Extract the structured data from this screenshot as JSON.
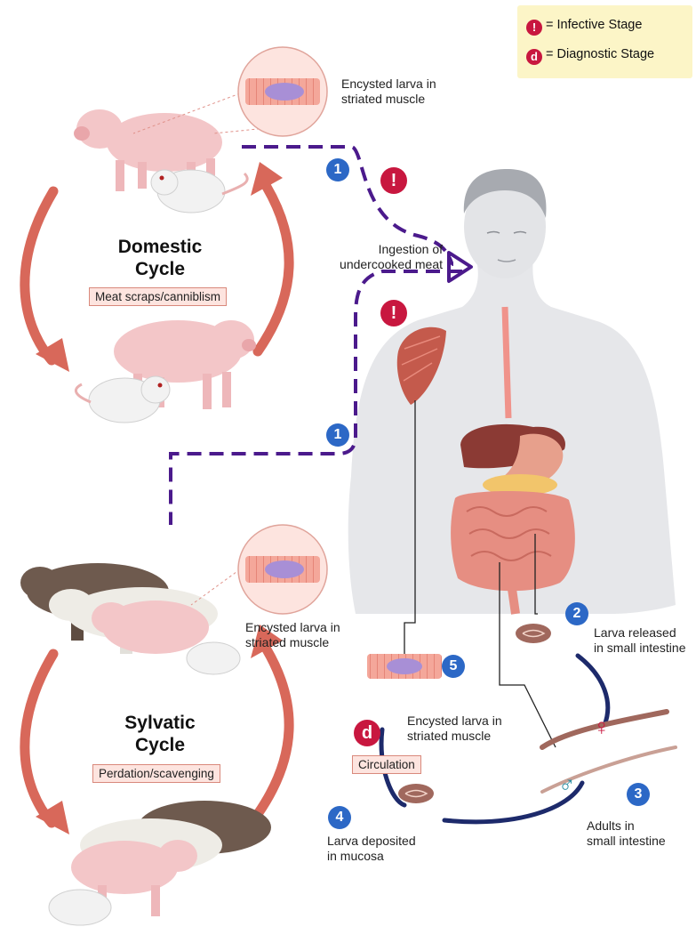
{
  "legend": {
    "infective_symbol": "!",
    "infective_label": "= Infective Stage",
    "diagnostic_symbol": "d",
    "diagnostic_label": "= Diagnostic Stage"
  },
  "domestic": {
    "title_line1": "Domestic",
    "title_line2": "Cycle",
    "box": "Meat scraps/canniblism",
    "inset_label_line1": "Encysted larva in",
    "inset_label_line2": "striated muscle"
  },
  "sylvatic": {
    "title_line1": "Sylvatic",
    "title_line2": "Cycle",
    "box": "Perdation/scavenging",
    "inset_label_line1": "Encysted larva in",
    "inset_label_line2": "striated muscle"
  },
  "ingestion": {
    "line1": "Ingestion of",
    "line2": "undercooked meat"
  },
  "steps": {
    "s1": "1",
    "s2": "2",
    "s3": "3",
    "s4": "4",
    "s5": "5",
    "step2_line1": "Larva released",
    "step2_line2": "in small intestine",
    "step3_line1": "Adults in",
    "step3_line2": "small intestine",
    "step4_line1": "Larva deposited",
    "step4_line2": "in mucosa",
    "step5_line1": "Encysted larva in",
    "step5_line2": "striated muscle",
    "circulation": "Circulation"
  },
  "symbols": {
    "female": "♀",
    "male": "♂",
    "infective": "!",
    "diagnostic": "d"
  },
  "colors": {
    "cycle_arrow": "#d8685a",
    "dashed_path": "#4b1a8c",
    "life_path": "#1d2a6b",
    "infective": "#c8173f",
    "step_badge": "#2c68c6",
    "legend_bg": "#fcf5c7"
  }
}
